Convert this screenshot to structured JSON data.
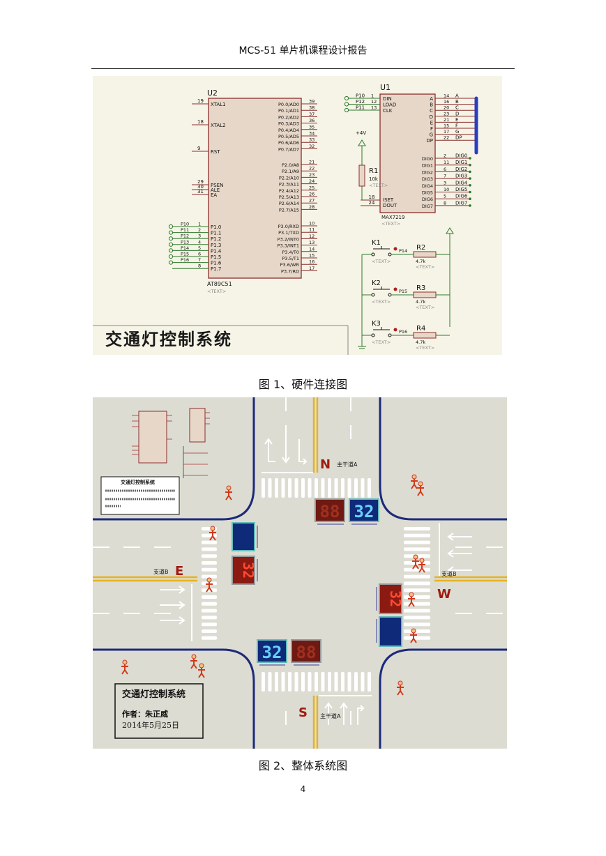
{
  "header": {
    "title": "MCS-51 单片机课程设计报告"
  },
  "figure1": {
    "caption": "图 1、硬件连接图",
    "u2": {
      "ref": "U2",
      "part": "AT89C51",
      "text_tag": "<TEXT>",
      "left_pins": [
        {
          "num": "19",
          "name": "XTAL1"
        },
        {
          "num": "18",
          "name": "XTAL2"
        },
        {
          "num": "9",
          "name": "RST"
        },
        {
          "num": "29",
          "name": "PSEN"
        },
        {
          "num": "30",
          "name": "ALE"
        },
        {
          "num": "31",
          "name": "EA"
        }
      ],
      "port1_pins": [
        {
          "num": "1",
          "name": "P1.0",
          "net": "P10"
        },
        {
          "num": "2",
          "name": "P1.1",
          "net": "P11"
        },
        {
          "num": "3",
          "name": "P1.2",
          "net": "P12"
        },
        {
          "num": "4",
          "name": "P1.3",
          "net": "P13"
        },
        {
          "num": "5",
          "name": "P1.4",
          "net": "P14"
        },
        {
          "num": "6",
          "name": "P1.5",
          "net": "P15"
        },
        {
          "num": "7",
          "name": "P1.6",
          "net": "P16"
        },
        {
          "num": "8",
          "name": "P1.7",
          "net": ""
        }
      ],
      "port0_pins": [
        {
          "num": "39",
          "name": "P0.0/AD0"
        },
        {
          "num": "38",
          "name": "P0.1/AD1"
        },
        {
          "num": "37",
          "name": "P0.2/AD2"
        },
        {
          "num": "36",
          "name": "P0.3/AD3"
        },
        {
          "num": "35",
          "name": "P0.4/AD4"
        },
        {
          "num": "34",
          "name": "P0.5/AD5"
        },
        {
          "num": "33",
          "name": "P0.6/AD6"
        },
        {
          "num": "32",
          "name": "P0.7/AD7"
        }
      ],
      "port2_pins": [
        {
          "num": "21",
          "name": "P2.0/A8"
        },
        {
          "num": "22",
          "name": "P2.1/A9"
        },
        {
          "num": "23",
          "name": "P2.2/A10"
        },
        {
          "num": "24",
          "name": "P2.3/A11"
        },
        {
          "num": "25",
          "name": "P2.4/A12"
        },
        {
          "num": "26",
          "name": "P2.5/A13"
        },
        {
          "num": "27",
          "name": "P2.6/A14"
        },
        {
          "num": "28",
          "name": "P2.7/A15"
        }
      ],
      "port3_pins": [
        {
          "num": "10",
          "name": "P3.0/RXD"
        },
        {
          "num": "11",
          "name": "P3.1/TXD"
        },
        {
          "num": "12",
          "name": "P3.2/INT0"
        },
        {
          "num": "13",
          "name": "P3.3/INT1"
        },
        {
          "num": "14",
          "name": "P3.4/T0"
        },
        {
          "num": "15",
          "name": "P3.5/T1"
        },
        {
          "num": "16",
          "name": "P3.6/WR"
        },
        {
          "num": "17",
          "name": "P3.7/RD"
        }
      ]
    },
    "u1": {
      "ref": "U1",
      "part": "MAX7219",
      "text_tag": "<TEXT>",
      "inputs": [
        {
          "net": "P10",
          "num": "1",
          "name": "DIN"
        },
        {
          "net": "P12",
          "num": "12",
          "name": "LOAD"
        },
        {
          "net": "P11",
          "num": "13",
          "name": "CLK"
        }
      ],
      "segments": [
        {
          "name": "A",
          "num": "14",
          "net": "A"
        },
        {
          "name": "B",
          "num": "16",
          "net": "B"
        },
        {
          "name": "C",
          "num": "20",
          "net": "C"
        },
        {
          "name": "D",
          "num": "23",
          "net": "D"
        },
        {
          "name": "E",
          "num": "21",
          "net": "E"
        },
        {
          "name": "F",
          "num": "15",
          "net": "F"
        },
        {
          "name": "G",
          "num": "17",
          "net": "G"
        },
        {
          "name": "DP",
          "num": "22",
          "net": "DP"
        }
      ],
      "digits": [
        {
          "name": "DIG0",
          "num": "2",
          "net": "DIG0"
        },
        {
          "name": "DIG1",
          "num": "11",
          "net": "DIG1"
        },
        {
          "name": "DIG2",
          "num": "6",
          "net": "DIG2"
        },
        {
          "name": "DIG3",
          "num": "7",
          "net": "DIG3"
        },
        {
          "name": "DIG4",
          "num": "3",
          "net": "DIG4"
        },
        {
          "name": "DIG5",
          "num": "10",
          "net": "DIG5"
        },
        {
          "name": "DIG6",
          "num": "5",
          "net": "DIG6"
        },
        {
          "name": "DIG7",
          "num": "8",
          "net": "DIG7"
        }
      ],
      "iset": {
        "name": "ISET",
        "num": "18"
      },
      "dout": {
        "name": "DOUT",
        "num": "24"
      }
    },
    "power": "+4V",
    "r1": {
      "ref": "R1",
      "value": "10k",
      "text_tag": "<TEXT>"
    },
    "keys": [
      {
        "ref": "K1",
        "net": "P14",
        "res_ref": "R2",
        "res_value": "4.7k",
        "text_tag": "<TEXT>"
      },
      {
        "ref": "K2",
        "net": "P15",
        "res_ref": "R3",
        "res_value": "4.7k",
        "text_tag": "<TEXT>"
      },
      {
        "ref": "K3",
        "net": "P16",
        "res_ref": "R4",
        "res_value": "4.7k",
        "text_tag": "<TEXT>"
      }
    ],
    "banner": "交通灯控制系统"
  },
  "figure2": {
    "caption": "图 2、整体系统图",
    "directions": {
      "north": "N",
      "south": "S",
      "east": "E",
      "west": "W"
    },
    "road_labels": {
      "north": "主干道A",
      "south": "主干道A",
      "east": "支道B",
      "west": "支道B"
    },
    "displays": {
      "north_red": "88",
      "north_blue": "32",
      "east_red": "32",
      "west_red": "32",
      "south_blue": "32",
      "south_red": "88"
    },
    "info_box": {
      "title": "交通灯控制系统",
      "author": "作者：朱正威",
      "date": "2014年5月25日"
    },
    "mini_panel_title": "交通灯控制系统",
    "colors": {
      "background": "#dcdcd2",
      "curb": "#1d2a7a",
      "yellow_line": "#e7b21f",
      "red_display": "#8a1a12",
      "blue_display": "#0e2a78",
      "red_digit": "#ff3b2a",
      "blue_digit": "#5cc8ff"
    }
  },
  "page_number": "4"
}
